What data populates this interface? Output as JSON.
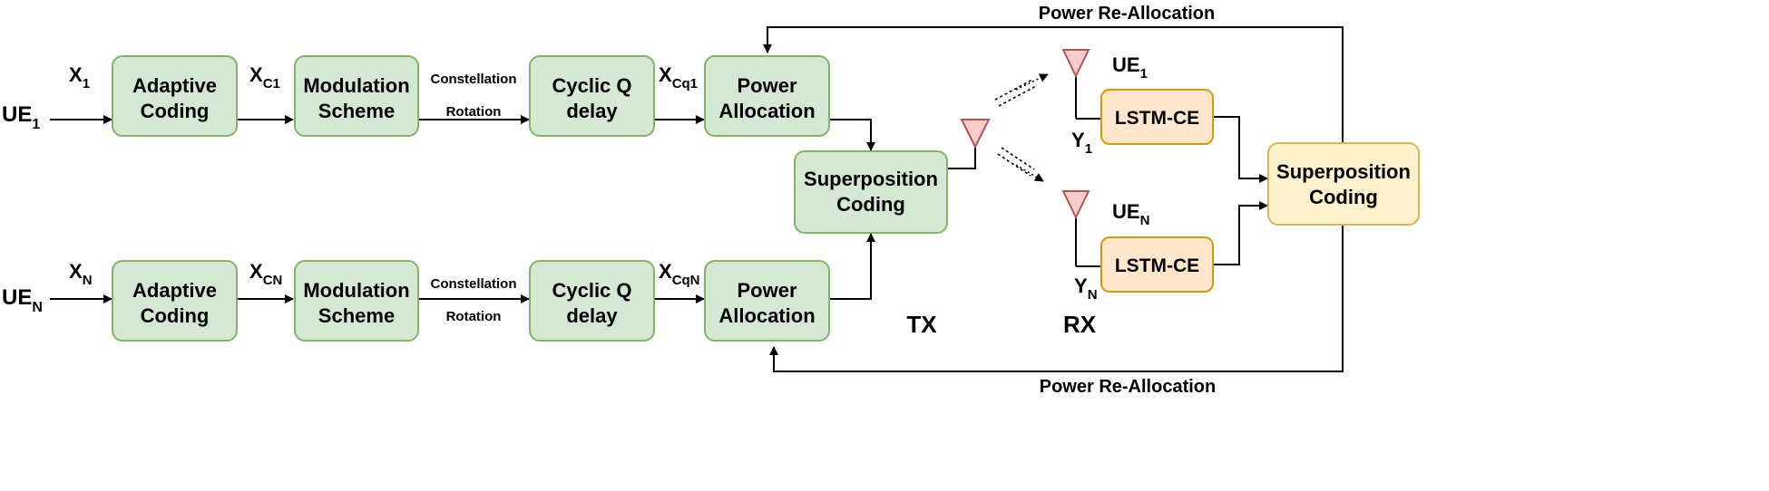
{
  "colors": {
    "block_fill": "#d5e8d4",
    "block_stroke": "#82b366",
    "lstm_fill": "#ffe6cc",
    "lstm_stroke": "#d79b00",
    "sc_rx_fill": "#fff2cc",
    "sc_rx_stroke": "#d6b656",
    "antenna_fill": "#f8cecc",
    "antenna_stroke": "#b85450"
  },
  "inputs": {
    "ue1": {
      "main": "UE",
      "sub": "1"
    },
    "uen": {
      "main": "UE",
      "sub": "N"
    }
  },
  "signals": {
    "x1": {
      "main": "X",
      "sub": "1"
    },
    "xn": {
      "main": "X",
      "sub": "N"
    },
    "xc1": {
      "main": "X",
      "sub": "C1"
    },
    "xcn": {
      "main": "X",
      "sub": "CN"
    },
    "xcq1": {
      "main": "X",
      "sub": "Cq1"
    },
    "xcqn": {
      "main": "X",
      "sub": "CqN"
    },
    "constellation": "Constellation",
    "rotation": "Rotation"
  },
  "blocks": {
    "adaptive_line1": "Adaptive",
    "adaptive_line2": "Coding",
    "modulation_line1": "Modulation",
    "modulation_line2": "Scheme",
    "cyclic_line1": "Cyclic Q",
    "cyclic_line2": "delay",
    "power_line1": "Power",
    "power_line2": "Allocation",
    "superposition_line1": "Superposition",
    "superposition_line2": "Coding",
    "lstm": "LSTM-CE"
  },
  "receivers": {
    "ue1": {
      "main": "UE",
      "sub": "1"
    },
    "uen": {
      "main": "UE",
      "sub": "N"
    },
    "y1": {
      "main": "Y",
      "sub": "1"
    },
    "yn": {
      "main": "Y",
      "sub": "N"
    }
  },
  "feedback": {
    "top": "Power Re-Allocation",
    "bottom": "Power Re-Allocation"
  },
  "sections": {
    "tx": "TX",
    "rx": "RX"
  }
}
